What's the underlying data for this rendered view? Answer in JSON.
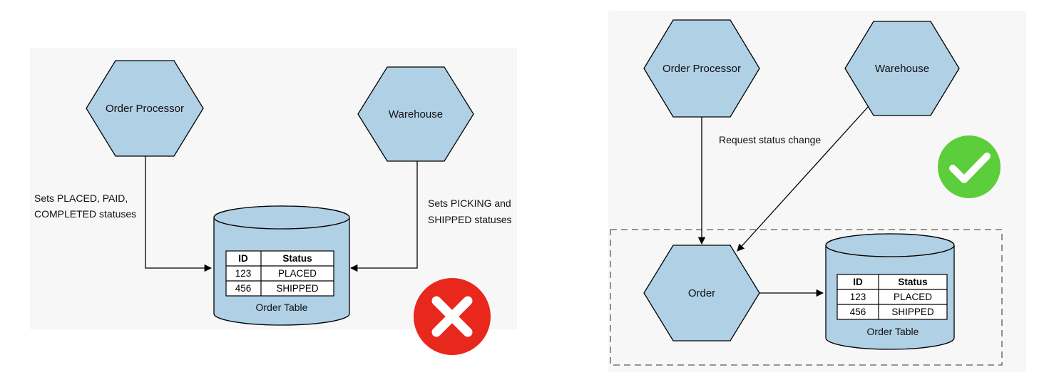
{
  "left_diagram": {
    "order_processor": "Order Processor",
    "warehouse": "Warehouse",
    "processor_label_line1": "Sets PLACED, PAID,",
    "processor_label_line2": "COMPLETED statuses",
    "warehouse_label_line1": "Sets PICKING and",
    "warehouse_label_line2": "SHIPPED statuses",
    "table": {
      "headers": [
        "ID",
        "Status"
      ],
      "rows": [
        [
          "123",
          "PLACED"
        ],
        [
          "456",
          "SHIPPED"
        ]
      ],
      "caption": "Order Table"
    },
    "verdict_icon": "cross-icon",
    "verdict_color": "#e8281c"
  },
  "right_diagram": {
    "order_processor": "Order Processor",
    "warehouse": "Warehouse",
    "request_label": "Request status change",
    "order": "Order",
    "table": {
      "headers": [
        "ID",
        "Status"
      ],
      "rows": [
        [
          "123",
          "PLACED"
        ],
        [
          "456",
          "SHIPPED"
        ]
      ],
      "caption": "Order Table"
    },
    "verdict_icon": "check-icon",
    "verdict_color": "#5ccd3b"
  },
  "colors": {
    "node_fill": "#b0d0e6",
    "panel_bg": "#f7f7f7"
  }
}
